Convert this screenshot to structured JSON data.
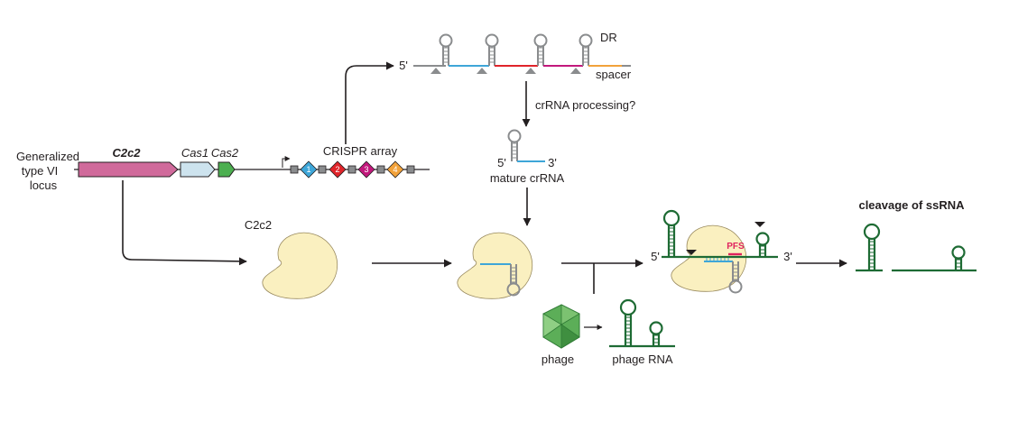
{
  "locus": {
    "label_line1": "Generalized",
    "label_line2": "type VI",
    "label_line3": "locus",
    "gene_c2c2": "C2c2",
    "gene_cas1": "Cas1",
    "gene_cas2": "Cas2",
    "crispr_array": "CRISPR array",
    "spacer_numbers": [
      "1",
      "2",
      "3",
      "4"
    ]
  },
  "precursor": {
    "five_prime": "5'",
    "dr_label": "DR",
    "spacer_label": "spacer"
  },
  "processing": {
    "step_label": "crRNA processing?",
    "five_prime": "5'",
    "three_prime": "3'",
    "mature_label": "mature crRNA"
  },
  "protein": {
    "label": "C2c2"
  },
  "target": {
    "five_prime": "5'",
    "three_prime": "3'",
    "pfs_label": "PFS"
  },
  "phage": {
    "phage_label": "phage",
    "phage_rna_label": "phage RNA"
  },
  "result": {
    "label": "cleavage of ssRNA"
  },
  "colors": {
    "c2c2_gene": "#d06a9b",
    "cas1_gene": "#cde3ee",
    "cas2_gene": "#4caf50",
    "protein_fill": "#faf0c0",
    "rna_green": "#1e6b34",
    "crrna_blue": "#3ea6d8",
    "pfs_red": "#e0245e",
    "dr_gray": "#8a8c8e",
    "spacer_colors": [
      "#3ea6d8",
      "#e0242a",
      "#c2187c",
      "#f2a23a"
    ]
  }
}
